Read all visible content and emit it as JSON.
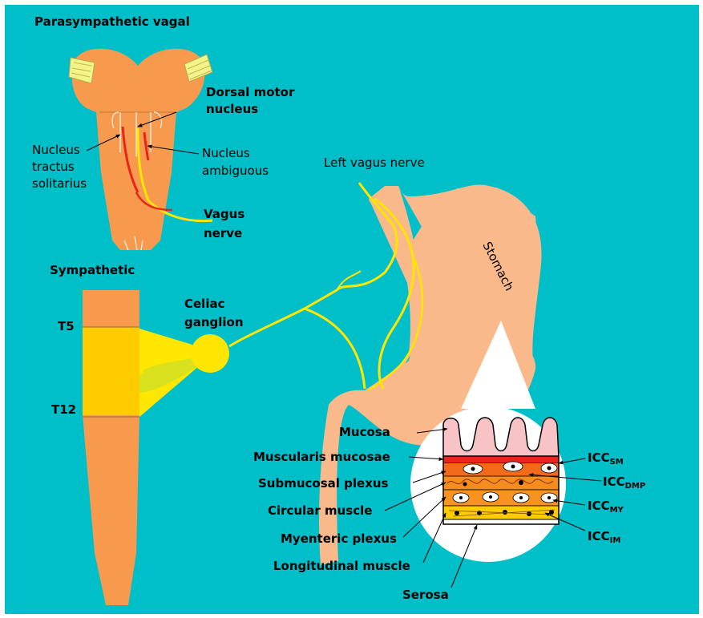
{
  "colors": {
    "background": "#00bfc9",
    "tissue_orange": "#f79a4e",
    "stomach": "#f9b98a",
    "nerve_yellow": "#ffe600",
    "spinal_yellow": "#ffcc00",
    "mucosa_pink": "#f7c3c7",
    "nucleus_red": "#e8241c"
  },
  "labels": {
    "parasympathetic": "Parasympathetic vagal",
    "dorsal_motor_1": "Dorsal motor",
    "dorsal_motor_2": "nucleus",
    "nts_1": "Nucleus",
    "nts_2": "tractus",
    "nts_3": "solitarius",
    "na_1": "Nucleus",
    "na_2": "ambiguous",
    "left_vagus": "Left vagus nerve",
    "vagus_1": "Vagus",
    "vagus_2": "nerve",
    "sympathetic": "Sympathetic",
    "celiac_1": "Celiac",
    "celiac_2": "ganglion",
    "t5": "T5",
    "t12": "T12",
    "stomach": "Stomach",
    "mucosa": "Mucosa",
    "muscularis_mucosae": "Muscularis mucosae",
    "submucosal_plexus": "Submucosal plexus",
    "circular_muscle": "Circular muscle",
    "myenteric_plexus": "Myenteric plexus",
    "longitudinal_muscle": "Longitudinal muscle",
    "serosa": "Serosa",
    "icc": "ICC",
    "icc_sm_sub": "SM",
    "icc_dmp_sub": "DMP",
    "icc_my_sub": "MY",
    "icc_im_sub": "IM"
  }
}
